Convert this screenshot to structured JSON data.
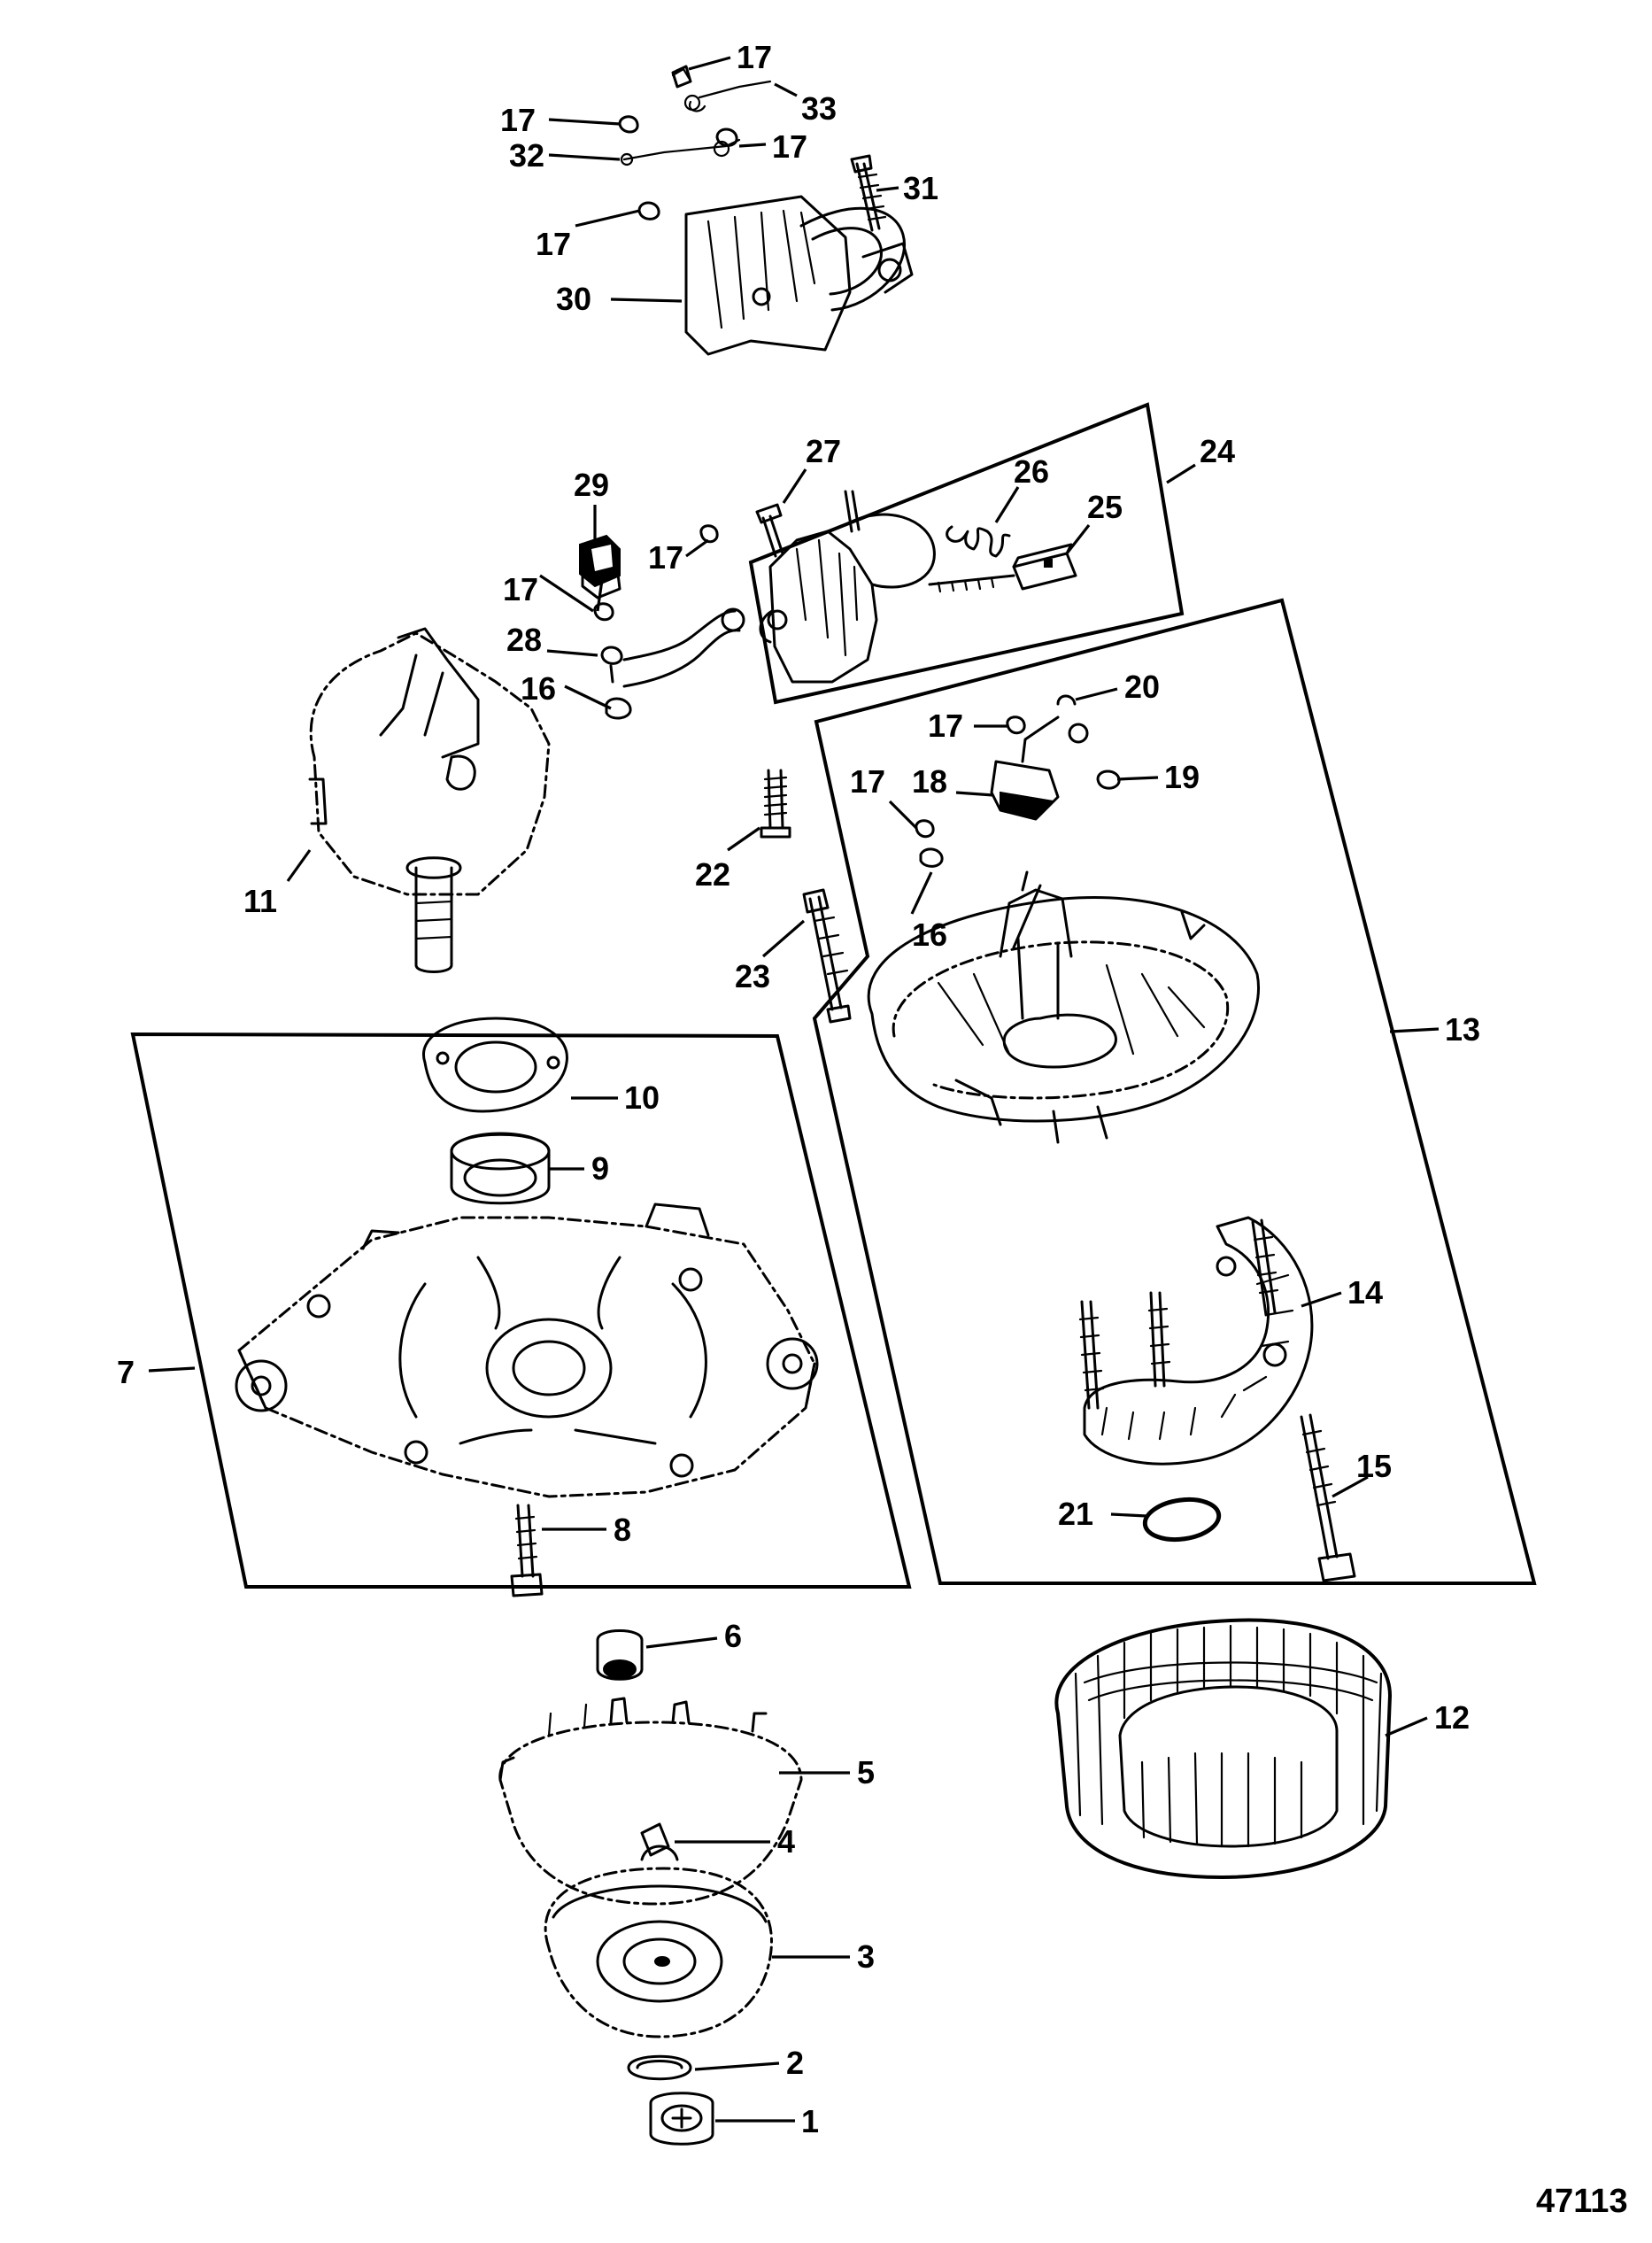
{
  "figure_number": "47113",
  "callouts": [
    {
      "id": "c1",
      "text": "1"
    },
    {
      "id": "c2",
      "text": "2"
    },
    {
      "id": "c3",
      "text": "3"
    },
    {
      "id": "c4",
      "text": "4"
    },
    {
      "id": "c5",
      "text": "5"
    },
    {
      "id": "c6",
      "text": "6"
    },
    {
      "id": "c7",
      "text": "7"
    },
    {
      "id": "c8",
      "text": "8"
    },
    {
      "id": "c9",
      "text": "9"
    },
    {
      "id": "c10",
      "text": "10"
    },
    {
      "id": "c11",
      "text": "11"
    },
    {
      "id": "c12",
      "text": "12"
    },
    {
      "id": "c13",
      "text": "13"
    },
    {
      "id": "c14",
      "text": "14"
    },
    {
      "id": "c15",
      "text": "15"
    },
    {
      "id": "c16a",
      "text": "16"
    },
    {
      "id": "c16b",
      "text": "16"
    },
    {
      "id": "c17a",
      "text": "17"
    },
    {
      "id": "c17b",
      "text": "17"
    },
    {
      "id": "c17c",
      "text": "17"
    },
    {
      "id": "c17d",
      "text": "17"
    },
    {
      "id": "c17e",
      "text": "17"
    },
    {
      "id": "c17f",
      "text": "17"
    },
    {
      "id": "c17g",
      "text": "17"
    },
    {
      "id": "c17h",
      "text": "17"
    },
    {
      "id": "c18",
      "text": "18"
    },
    {
      "id": "c19",
      "text": "19"
    },
    {
      "id": "c20",
      "text": "20"
    },
    {
      "id": "c21",
      "text": "21"
    },
    {
      "id": "c22",
      "text": "22"
    },
    {
      "id": "c23",
      "text": "23"
    },
    {
      "id": "c24",
      "text": "24"
    },
    {
      "id": "c25",
      "text": "25"
    },
    {
      "id": "c26",
      "text": "26"
    },
    {
      "id": "c27",
      "text": "27"
    },
    {
      "id": "c28",
      "text": "28"
    },
    {
      "id": "c29",
      "text": "29"
    },
    {
      "id": "c30",
      "text": "30"
    },
    {
      "id": "c31",
      "text": "31"
    },
    {
      "id": "c32",
      "text": "32"
    },
    {
      "id": "c33",
      "text": "33"
    }
  ]
}
